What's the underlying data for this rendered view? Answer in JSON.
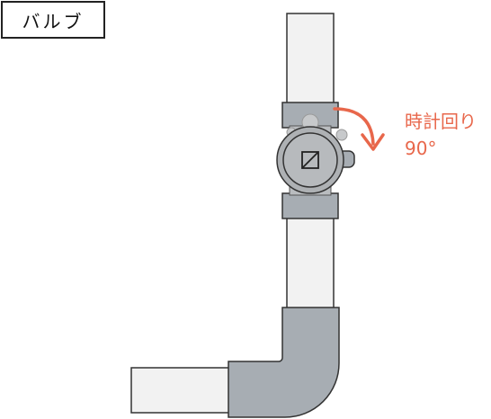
{
  "title": "バルブ",
  "instruction": {
    "line1": "時計回り",
    "line2": "90°"
  },
  "colors": {
    "pipe_fill": "#f2f2f2",
    "pipe_stroke": "#333333",
    "fitting_fill": "#a7adb3",
    "valve_light": "#c7c9cb",
    "valve_body": "#aeb1b4",
    "arrow": "#e8674b",
    "text_accent": "#e8674b"
  },
  "icons": {
    "handle": "square-with-diagonal-icon",
    "rotation": "curved-arrow-clockwise-icon"
  }
}
